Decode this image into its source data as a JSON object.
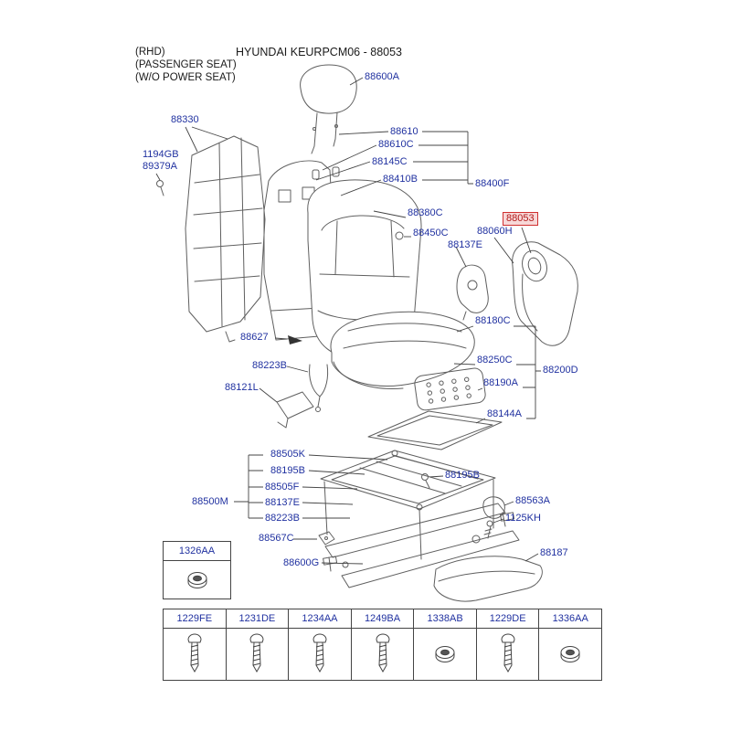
{
  "header": {
    "title": "HYUNDAI KEURPCM06 - 88053",
    "notes": [
      "(RHD)",
      "(PASSENGER SEAT)",
      "(W/O POWER SEAT)"
    ]
  },
  "highlight": {
    "part": "88053"
  },
  "part_labels": [
    "88600A",
    "88330",
    "1194GB",
    "89379A",
    "88610",
    "88610C",
    "88145C",
    "88410B",
    "88400F",
    "88380C",
    "88450C",
    "88060H",
    "88137E",
    "88627",
    "88223B",
    "88121L",
    "88180C",
    "88250C",
    "88200D",
    "88190A",
    "88144A",
    "88505K",
    "88195B",
    "88505F",
    "88137E",
    "88223B",
    "88500M",
    "88567C",
    "88600G",
    "88195B",
    "88563A",
    "1125KH",
    "88187"
  ],
  "fastener_box": {
    "label": "1326AA",
    "icon": "push-nut-icon"
  },
  "fastener_table": {
    "columns": [
      {
        "label": "1229FE",
        "icon": "screw-icon"
      },
      {
        "label": "1231DE",
        "icon": "screw-icon"
      },
      {
        "label": "1234AA",
        "icon": "screw-icon"
      },
      {
        "label": "1249BA",
        "icon": "screw-icon"
      },
      {
        "label": "1338AB",
        "icon": "push-nut-icon"
      },
      {
        "label": "1229DE",
        "icon": "screw-icon"
      },
      {
        "label": "1336AA",
        "icon": "push-nut-icon"
      }
    ]
  },
  "colors": {
    "label_blue": "#2031a0",
    "highlight_red": "#d03030",
    "highlight_bg": "#f7d8d8",
    "line_gray": "#5f5f5f"
  }
}
